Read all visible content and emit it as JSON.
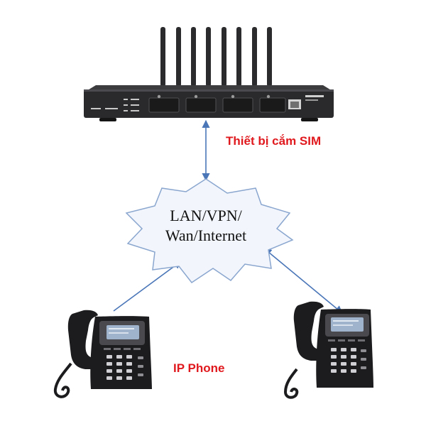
{
  "labels": {
    "gateway": "Thiết bị cắm SIM",
    "phone": "IP Phone"
  },
  "cloud": {
    "line1": "LAN/VPN/",
    "line2": "Wan/Internet"
  },
  "colors": {
    "label_text": "#e0191e",
    "arrow": "#4a76b8",
    "cloud_fill": "#f2f6fc",
    "cloud_stroke": "#8aa6cf",
    "device_body": "#2a2a2c",
    "phone_body": "#1c1c1e",
    "phone_screen": "#9fb4cc"
  },
  "icons": {
    "gateway": "sim-gateway-icon",
    "cloud": "network-cloud-icon",
    "phone": "ip-phone-icon"
  }
}
